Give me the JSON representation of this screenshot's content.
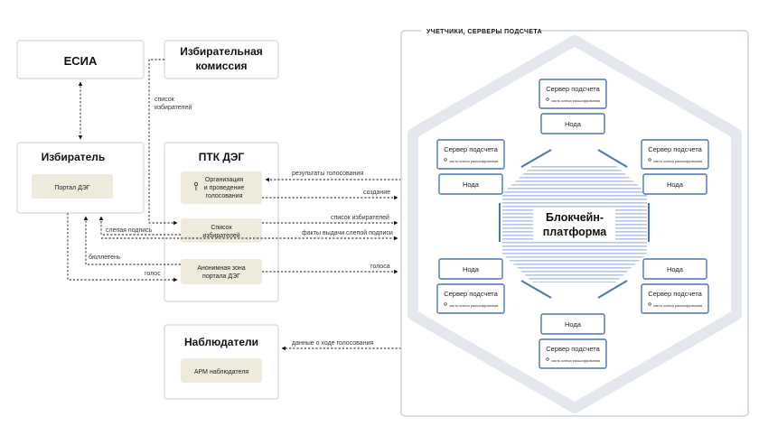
{
  "esia": {
    "title": "ЕСИА"
  },
  "commission": {
    "title_l1": "Избирательная",
    "title_l2": "комиссия"
  },
  "voter": {
    "title": "Избиратель",
    "portal": "Портал ДЭГ"
  },
  "ptk": {
    "title": "ПТК ДЭГ",
    "org_l1": "Организация",
    "org_l2": "и проведение",
    "org_l3": "голосования",
    "list_l1": "Список",
    "list_l2": "избирателей",
    "anon_l1": "Анонимная зона",
    "anon_l2": "портала ДЭГ"
  },
  "observers": {
    "title": "Наблюдатели",
    "arm": "АРМ наблюдателя"
  },
  "right_panel": {
    "header": "УЧЕТЧИКИ, СЕРВЕРЫ ПОДСЧЕТА",
    "blockchain_l1": "Блокчейн-",
    "blockchain_l2": "платформа",
    "server_label": "Сервер подсчета",
    "key_label": "часть ключа расшифрования",
    "node_label": "Нода"
  },
  "labels": {
    "voter_list": "список",
    "voter_list2": "избирателей",
    "results": "результаты голосования",
    "creation": "создание",
    "list_voters": "список избирателей",
    "facts": "факты выдачи слепой подписи",
    "blind_sig": "слепая подпись",
    "ballot": "бюллетень",
    "vote": "голос",
    "votes": "голоса",
    "progress": "данные о ходе голосования"
  },
  "colors": {
    "blue": "#4a74b8",
    "panel_border": "#c9d3e2",
    "hex_ring": "#e4e8ee",
    "beige": "#efebdc",
    "box_border": "#cfd8e3"
  }
}
